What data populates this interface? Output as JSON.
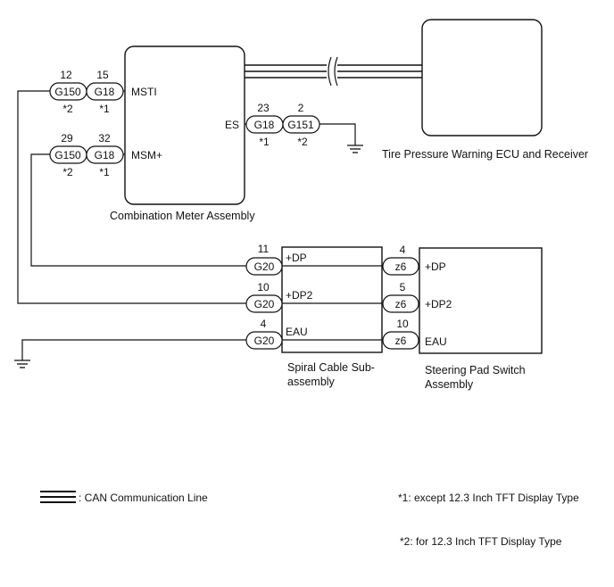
{
  "components": {
    "combination_meter": "Combination Meter Assembly",
    "tire_ecu": "Tire Pressure Warning ECU and Receiver",
    "spiral_cable_line1": "Spiral Cable Sub-",
    "spiral_cable_line2": "assembly",
    "steering_switch_line1": "Steering Pad Switch",
    "steering_switch_line2": "Assembly"
  },
  "meter_pins": {
    "msti": "MSTI",
    "msm": "MSM+",
    "es": "ES"
  },
  "meter_connectors": {
    "msti_g150": {
      "num": "12",
      "label": "G150",
      "note": "*2"
    },
    "msti_g18": {
      "num": "15",
      "label": "G18",
      "note": "*1"
    },
    "msm_g150": {
      "num": "29",
      "label": "G150",
      "note": "*2"
    },
    "msm_g18": {
      "num": "32",
      "label": "G18",
      "note": "*1"
    },
    "es_g18": {
      "num": "23",
      "label": "G18",
      "note": "*1"
    },
    "es_g151": {
      "num": "2",
      "label": "G151",
      "note": "*2"
    }
  },
  "spiral_cable": {
    "pins": [
      "+DP",
      "+DP2",
      "EAU"
    ],
    "connectors": [
      {
        "num": "11",
        "label": "G20"
      },
      {
        "num": "10",
        "label": "G20"
      },
      {
        "num": "4",
        "label": "G20"
      }
    ]
  },
  "steering_switch": {
    "pins": [
      "+DP",
      "+DP2",
      "EAU"
    ],
    "connectors": [
      {
        "num": "4",
        "label": "z6"
      },
      {
        "num": "5",
        "label": "z6"
      },
      {
        "num": "10",
        "label": "z6"
      }
    ]
  },
  "legend": {
    "can_line": ": CAN Communication Line",
    "note1": "*1: except 12.3 Inch TFT Display Type",
    "note2": "*2: for 12.3 Inch TFT Display Type"
  }
}
